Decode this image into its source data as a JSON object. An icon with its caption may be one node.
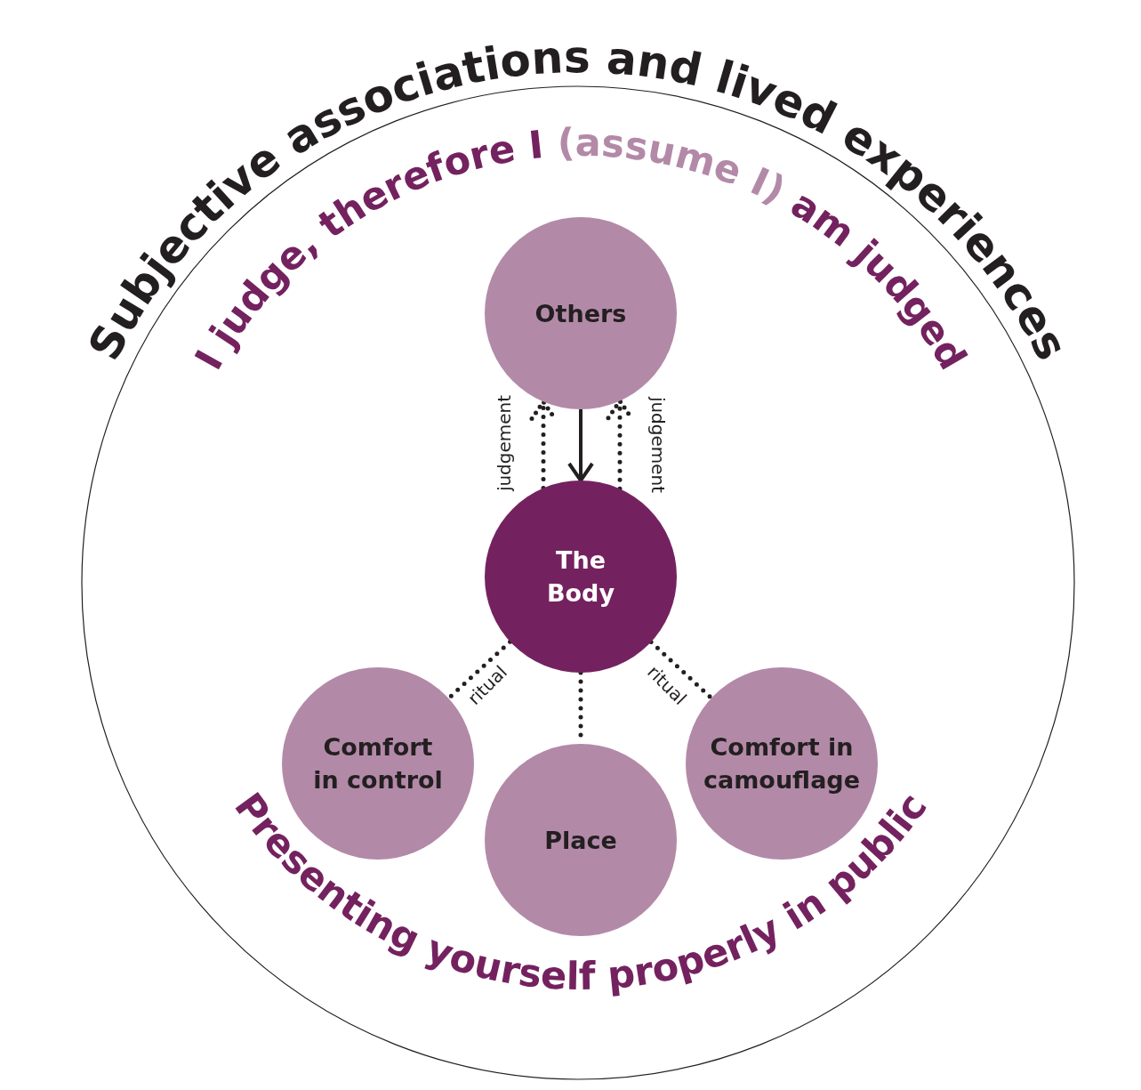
{
  "diagram": {
    "nodes": [
      {
        "text": [
          "Subjective associations and lived experiences"
        ]
      },
      {
        "text": [
          "Others"
        ],
        "in": 0
      },
      {
        "text": [
          "The Body"
        ],
        "in": 0
      },
      {
        "text": [
          "Comfort in control"
        ],
        "in": 0
      },
      {
        "text": [
          "Place"
        ],
        "in": 0
      },
      {
        "text": [
          "Comfort in camouflage"
        ],
        "in": 0
      }
    ],
    "edges": [
      {
        "from": 1,
        "to": 2,
        "arrow": "to"
      },
      {
        "from": 2,
        "to": 1,
        "arrow": "to",
        "label": "judgement",
        "style": "dashed"
      },
      {
        "from": 2,
        "to": 1,
        "arrow": "to",
        "label": "judgement",
        "style": "dashed"
      },
      {
        "from": 2,
        "to": 3,
        "arrow": "none",
        "label": "ritual",
        "style": "dashed"
      },
      {
        "from": 2,
        "to": 4,
        "arrow": "none",
        "style": "dashed"
      },
      {
        "from": 2,
        "to": 5,
        "arrow": "none",
        "label": "ritual",
        "style": "dashed"
      }
    ],
    "labels": [
      "I judge, therefore I",
      "(assume I)",
      "am judged",
      "Presenting yourself properly in public"
    ]
  }
}
